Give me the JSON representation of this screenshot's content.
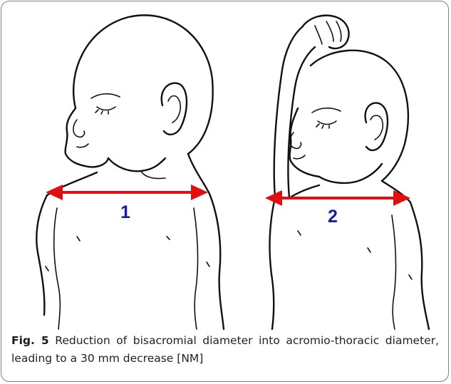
{
  "figure": {
    "label_1": "1",
    "label_2": "2",
    "arrow_color": "#e01010",
    "label_color": "#1a1aa8"
  },
  "caption": {
    "fig_label": "Fig. 5",
    "text": " Reduction of bisacromial diameter into acromio-thoracic diameter, leading to a 30 mm decrease [NM]"
  }
}
